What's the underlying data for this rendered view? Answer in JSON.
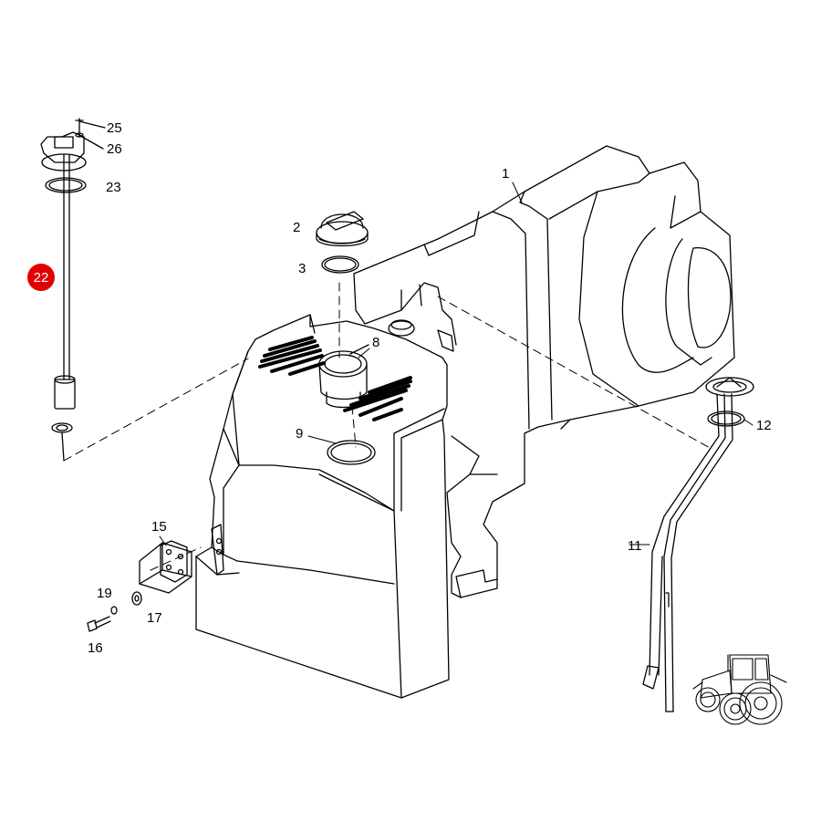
{
  "callouts": {
    "c1": "1",
    "c2": "2",
    "c3": "3",
    "c8": "8",
    "c9": "9",
    "c11": "11",
    "c12": "12",
    "c15": "15",
    "c16": "16",
    "c17": "17",
    "c19": "19",
    "c22": "22",
    "c23": "23",
    "c25": "25",
    "c26": "26"
  },
  "highlight": {
    "part": "22",
    "color": "#e00000"
  },
  "colors": {
    "line": "#000000",
    "background": "#ffffff"
  },
  "icons": {
    "tractor": "tractor-icon"
  }
}
